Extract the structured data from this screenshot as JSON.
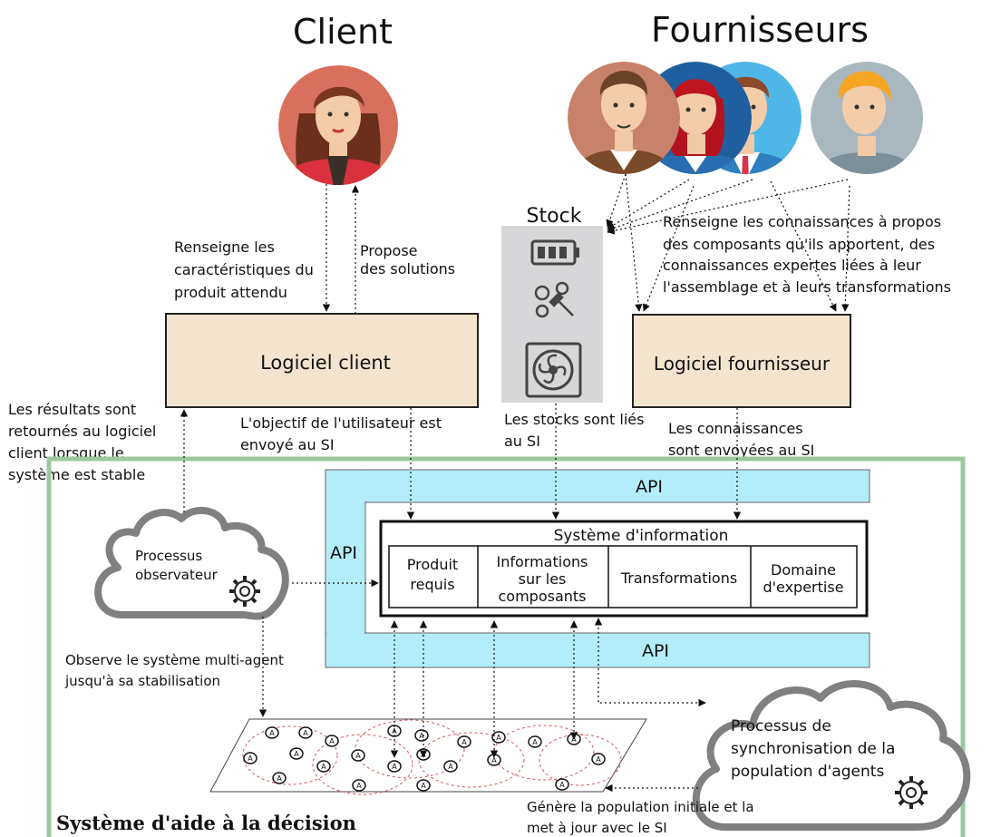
{
  "titles": {
    "client": "Client",
    "suppliers": "Fournisseurs",
    "stock": "Stock"
  },
  "client_annotations": {
    "describe": [
      "Renseigne les",
      "caractéristiques du",
      "produit attendu"
    ],
    "propose": [
      "Propose",
      "des solutions"
    ]
  },
  "supplier_annotation": [
    "Renseigne les connaissances à propos",
    "des composants qu'ils apportent, des",
    "connaissances expertes liées à leur",
    "l'assemblage et à leurs transformations"
  ],
  "boxes": {
    "client_software": "Logiciel client",
    "supplier_software": "Logiciel fournisseur"
  },
  "flows": {
    "results_returned": [
      "Les résultats sont",
      "retournés au logiciel",
      "client lorsque le",
      "système est stable"
    ],
    "objective_sent": [
      "L'objectif de l'utilisateur est",
      "envoyé au SI"
    ],
    "stocks_linked": [
      "Les stocks sont liés",
      "au SI"
    ],
    "knowledge_sent": [
      "Les connaissances",
      "sont envoyées au SI"
    ],
    "observes": [
      "Observe le système multi-agent",
      "jusqu'à sa stabilisation"
    ],
    "generates": [
      "Génère la population initiale et la",
      "met à jour avec le SI"
    ]
  },
  "api": {
    "top": "API",
    "left": "API",
    "bottom": "API"
  },
  "information_system": {
    "title": "Système d'information",
    "cells": [
      [
        "Produit",
        "requis"
      ],
      [
        "Informations",
        "sur les",
        "composants"
      ],
      [
        "Transformations"
      ],
      [
        "Domaine",
        "d'expertise"
      ]
    ]
  },
  "processes": {
    "observer": [
      "Processus",
      "observateur"
    ],
    "sync": [
      "Processus de",
      "synchronisation de la",
      "population d'agents"
    ]
  },
  "agent_label": "A",
  "dss_title": "Système d'aide à la décision",
  "colors": {
    "box_fill": "#f2e4cf",
    "api_fill": "#b3edf9",
    "stock_fill": "#d7d7d9",
    "dss_border": "#9cc99c",
    "cloud_stroke": "#808080",
    "agent_circle": "#d9535f"
  }
}
